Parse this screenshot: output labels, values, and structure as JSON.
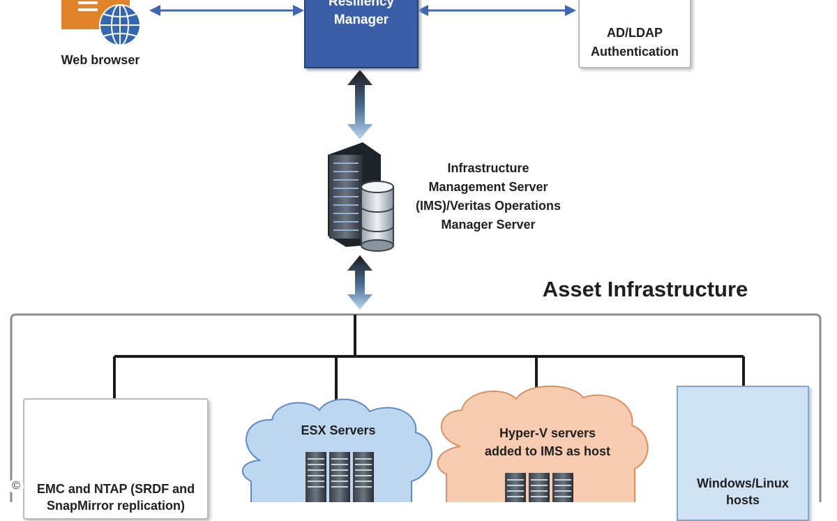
{
  "nodes": {
    "web_browser": {
      "label": "Web browser"
    },
    "resiliency_manager": {
      "label_line1": "Resiliency",
      "label_line2": "Manager"
    },
    "ad_ldap": {
      "label_line1": "AD/LDAP",
      "label_line2": "Authentication"
    },
    "ims_server": {
      "line1": "Infrastructure",
      "line2": "Management Server",
      "line3": "(IMS)/Veritas Operations",
      "line4": "Manager Server"
    },
    "asset_infrastructure": {
      "title": "Asset Infrastructure"
    },
    "emc_ntap": {
      "line1": "EMC and NTAP (SRDF and",
      "line2": "SnapMirror replication)"
    },
    "esx_servers": {
      "label": "ESX Servers"
    },
    "hyperv_servers": {
      "line1": "Hyper-V servers",
      "line2": "added to IMS as host"
    },
    "windows_linux": {
      "line1": "Windows/Linux",
      "line2": "hosts"
    }
  },
  "footer": {
    "copyright": "©"
  },
  "colors": {
    "blue_box": "#3a5fa8",
    "connector_blue": "#3f66b5",
    "cloud_blue": "#bcd7ef",
    "cloud_peach": "#f6cbb0",
    "panel_blue": "#cfe2f3",
    "storage_gold": "#d6a21e"
  }
}
